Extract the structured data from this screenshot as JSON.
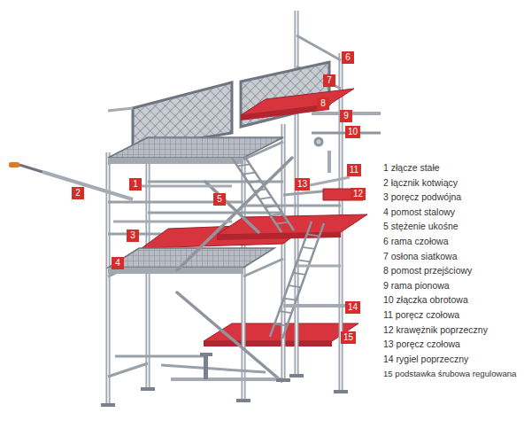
{
  "diagram": {
    "nodes": [
      {
        "text": [
          "1"
        ]
      },
      {
        "text": [
          "2"
        ]
      },
      {
        "text": [
          "3"
        ]
      },
      {
        "text": [
          "4"
        ]
      },
      {
        "text": [
          "5"
        ]
      },
      {
        "text": [
          "6"
        ]
      },
      {
        "text": [
          "7"
        ]
      },
      {
        "text": [
          "8"
        ]
      },
      {
        "text": [
          "9"
        ]
      },
      {
        "text": [
          "10"
        ]
      },
      {
        "text": [
          "11"
        ]
      },
      {
        "text": [
          "12"
        ]
      },
      {
        "text": [
          "13"
        ]
      },
      {
        "text": [
          "14"
        ]
      },
      {
        "text": [
          "15"
        ]
      }
    ],
    "edges": [],
    "labels": [
      "1 złącze stałe",
      "2 łącznik kotwiący",
      "3 poręcz podwójna",
      "4 pomost stalowy",
      "5 stężenie ukośne",
      "6 rama czołowa",
      "7 osłona siatkowa",
      "8 pomost przejściowy",
      "9 rama pionowa",
      "10 złączka obrotowa",
      "11 poręcz czołowa",
      "12 krawężnik poprzeczny",
      "13 poręcz czołowa",
      "14 rygiel poprzeczny",
      "15 podstawka śrubowa regulowana"
    ]
  }
}
